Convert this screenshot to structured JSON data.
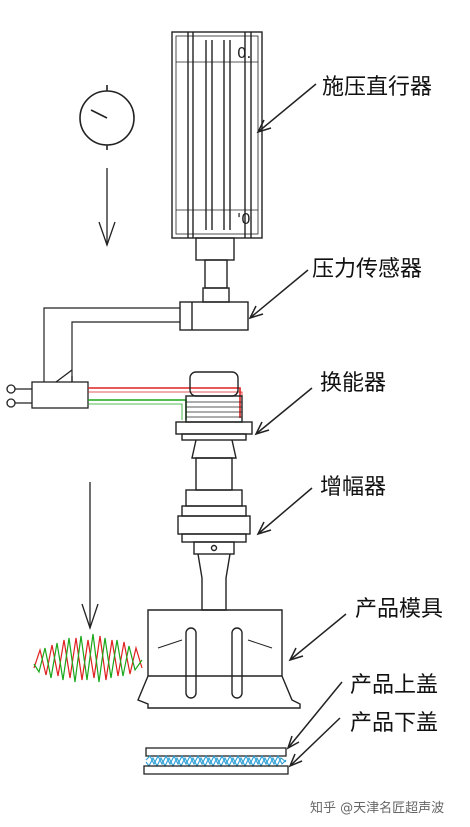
{
  "labels": {
    "actuator": "施压直行器",
    "pressure_sensor": "压力传感器",
    "transducer": "换能器",
    "booster": "增幅器",
    "mold": "产品模具",
    "upper_cover": "产品上盖",
    "lower_cover": "产品下盖"
  },
  "watermark": "知乎 @天津名匠超声波",
  "colors": {
    "line": "#222222",
    "wire_red": "#e02020",
    "wire_green": "#1aa81a",
    "wave_red": "#e02020",
    "wave_green": "#1aa81a",
    "weld_blue": "#2a9fd6"
  }
}
